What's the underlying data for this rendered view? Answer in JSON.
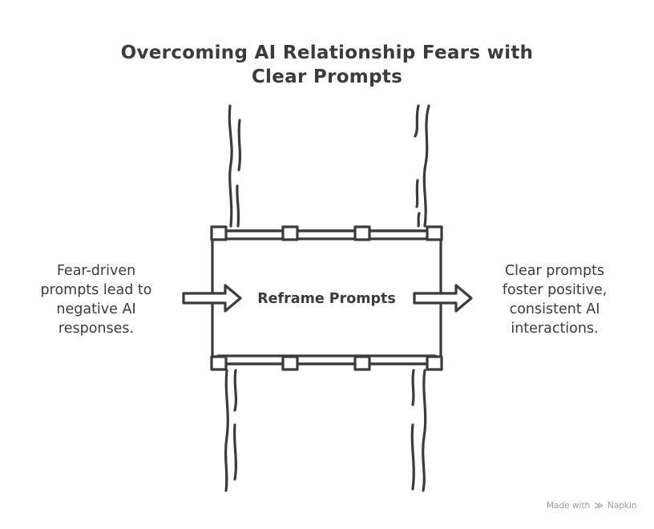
{
  "title": {
    "line1": "Overcoming AI Relationship Fears with",
    "line2": "Clear Prompts"
  },
  "left": {
    "lines": [
      "Fear-driven",
      "prompts lead to",
      "negative AI",
      "responses."
    ]
  },
  "center": {
    "label": "Reframe Prompts"
  },
  "right": {
    "lines": [
      "Clear prompts",
      "foster positive,",
      "consistent AI",
      "interactions."
    ]
  },
  "footer": {
    "made_with": "Made with",
    "brand": "Napkin",
    "brand_icon": "napkin-logo-icon"
  },
  "colors": {
    "stroke": "#3b3b3b",
    "fill": "#ffffff",
    "footer": "#9a9a9a"
  }
}
